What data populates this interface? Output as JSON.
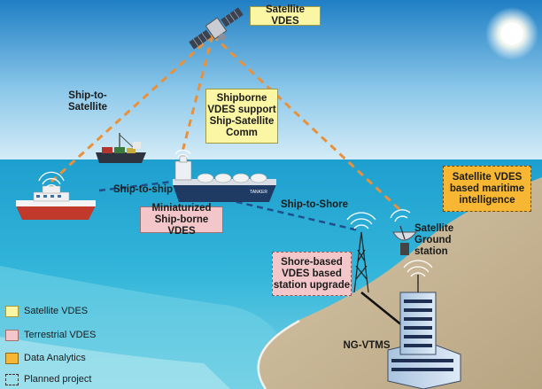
{
  "diagram": {
    "labels": {
      "satellite_vdes": "Satellite VDES",
      "ship_to_satellite": "Ship-to-\nSatellite",
      "shipborne_support": "Shipborne\nVDES support\nShip-Satellite\nComm",
      "ship_to_ship": "Ship-to-ship",
      "miniaturized": "Miniaturized\nShip-borne VDES",
      "ship_to_shore": "Ship-to-Shore",
      "satellite_intelligence": "Satellite VDES\nbased maritime\nintelligence",
      "satellite_ground_station": "Satellite\nGround\nstation",
      "shore_based_upgrade": "Shore-based\nVDES based\nstation upgrade",
      "ng_vtms": "NG-VTMS",
      "ship_marking": "TANKER"
    },
    "legend": [
      {
        "label": "Satellite VDES",
        "color": "#fbf6a3",
        "style": "solid"
      },
      {
        "label": "Terrestrial VDES",
        "color": "#f3c6c9",
        "style": "solid"
      },
      {
        "label": "Data Analytics",
        "color": "#f7b733",
        "style": "solid"
      },
      {
        "label": "Planned project",
        "color": "#ffffff",
        "style": "dashed"
      }
    ],
    "colors": {
      "sky_top": "#1f7fc4",
      "sky_bottom": "#d9eef8",
      "sea": "#1aa7d2",
      "shore": "#c8b79b",
      "link_line": "#e8913a",
      "shore_link": "#1f4f8a"
    }
  }
}
